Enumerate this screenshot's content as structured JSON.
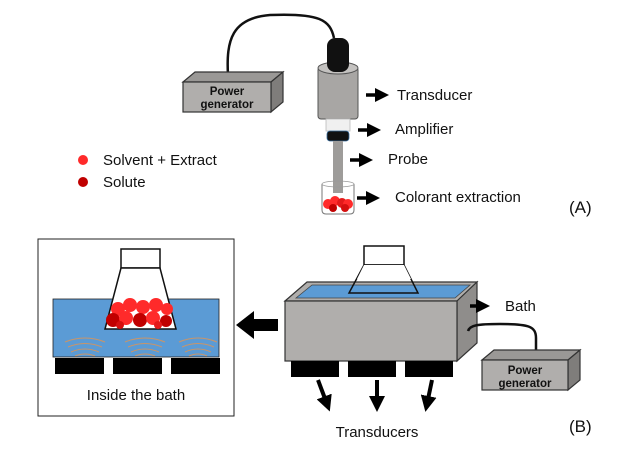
{
  "figure": {
    "panel_a": {
      "id_label": "(A)",
      "power_generator": [
        "Power",
        "generator"
      ],
      "labels": {
        "transducer": "Transducer",
        "amplifier": "Amplifier",
        "probe": "Probe",
        "colorant_extraction": "Colorant extraction"
      },
      "legend": [
        {
          "label": "Solvent + Extract",
          "color": "#ff2a2a"
        },
        {
          "label": "Solute",
          "color": "#c00000"
        }
      ]
    },
    "panel_b": {
      "id_label": "(B)",
      "inset_caption": "Inside the bath",
      "bath_label": "Bath",
      "transducers_label": "Transducers",
      "power_generator": [
        "Power",
        "generator"
      ]
    },
    "colors": {
      "water": "#5b9bd5",
      "device_gray": "#b0aeac",
      "device_dark_gray": "#8f8d8b",
      "wave": "#c8956a",
      "solvent": "#ff2a2a",
      "solute": "#c00000"
    }
  }
}
